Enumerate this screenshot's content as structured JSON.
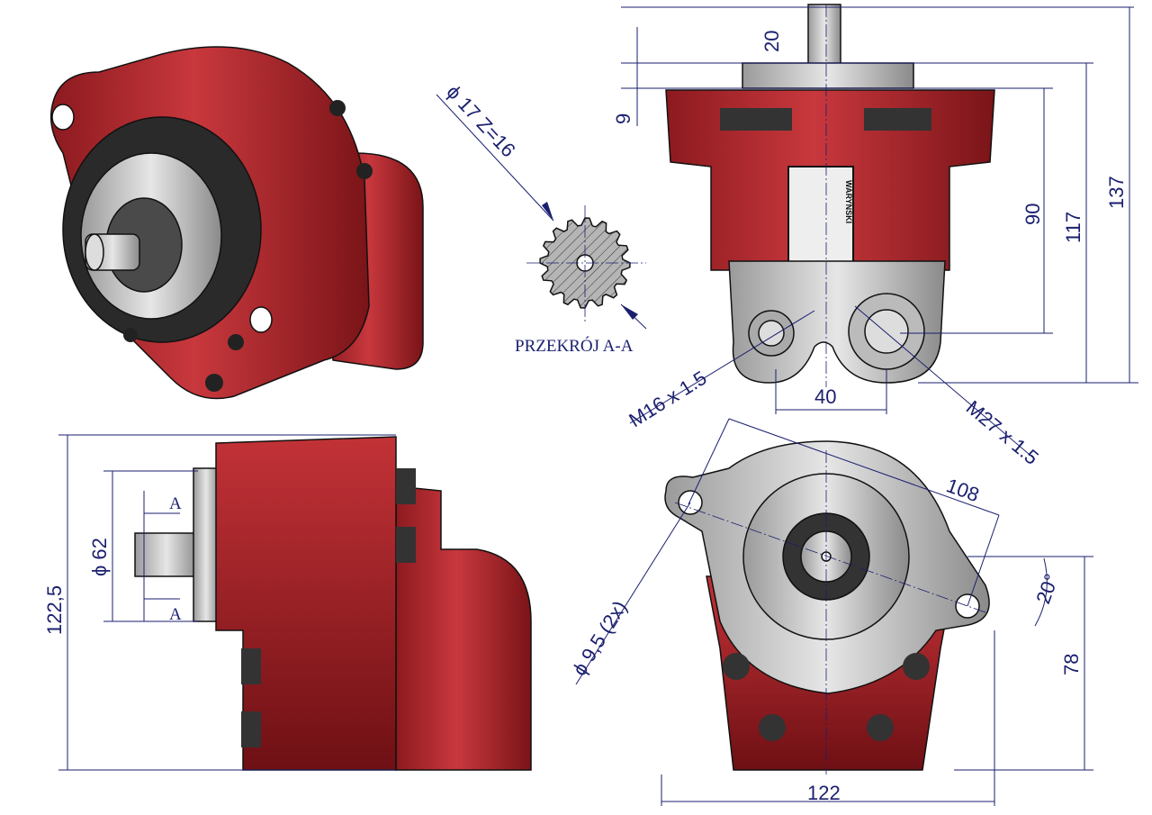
{
  "drawing": {
    "section_label": "PRZEKRÓJ A-A",
    "section_marker": "A",
    "spline": "ϕ 17 Z=16",
    "nameplate_logo": "WARYNSKI",
    "dimensions": {
      "shaft_length": "20",
      "flange_height": "9",
      "port_center_height": "90",
      "mount_height": "117",
      "total_height": "137",
      "port_spacing": "40",
      "port_small": "M16 x 1.5",
      "port_large": "M27 x 1.5",
      "hole_spacing": "108",
      "hole_diameter": "ϕ 9,5 (2x)",
      "hole_angle": "20°",
      "hole_height": "78",
      "total_width": "122",
      "side_height": "122,5",
      "pilot_diameter": "ϕ 62"
    }
  },
  "colors": {
    "body": "#b3252b",
    "body_dark": "#7a1418",
    "metal": "#c8c8c8",
    "dim": "#1a1f6e"
  }
}
